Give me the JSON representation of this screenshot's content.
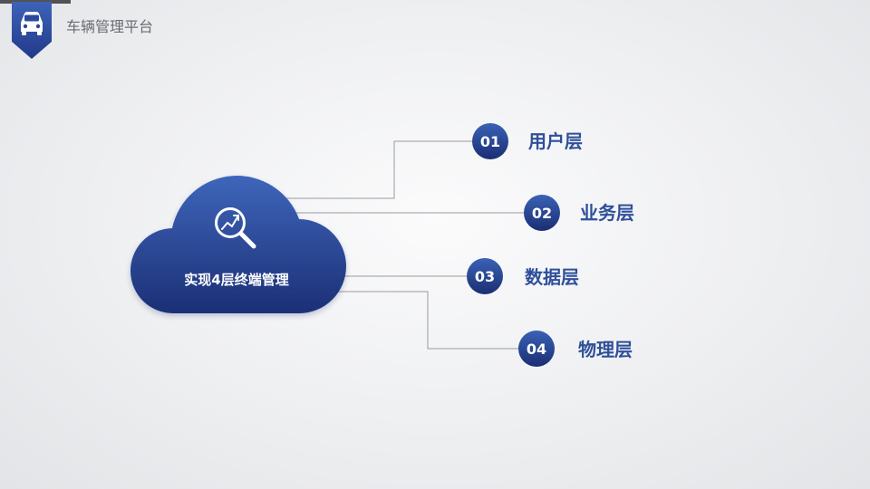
{
  "header": {
    "title": "车辆管理平台",
    "icon": "car-icon"
  },
  "cloud": {
    "label": "实现4层终端管理",
    "icon": "magnifier-chart-icon"
  },
  "layers": [
    {
      "number": "01",
      "label": "用户层"
    },
    {
      "number": "02",
      "label": "业务层"
    },
    {
      "number": "03",
      "label": "数据层"
    },
    {
      "number": "04",
      "label": "物理层"
    }
  ],
  "colors": {
    "primary_dark": "#1c2f74",
    "primary_light": "#3860b4",
    "label": "#2f4f9a",
    "connector": "#9a9b9e",
    "header_text": "#6a6c70"
  }
}
